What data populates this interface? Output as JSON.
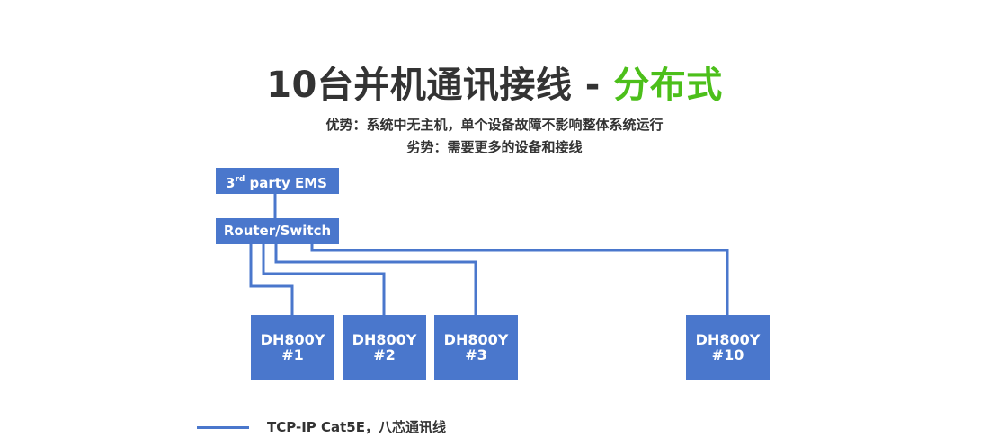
{
  "title": {
    "main": "10台并机通讯接线 - ",
    "accent": "分布式"
  },
  "advantage": "优势：系统中无主机，单个设备故障不影响整体系统运行",
  "disadvantage": "劣势：需要更多的设备和接线",
  "ems": {
    "prefix": "3",
    "sup": "rd",
    "rest": " party EMS"
  },
  "router": "Router/Switch",
  "devices": [
    {
      "model": "DH800Y",
      "id": "#1"
    },
    {
      "model": "DH800Y",
      "id": "#2"
    },
    {
      "model": "DH800Y",
      "id": "#3"
    },
    {
      "model": "DH800Y",
      "id": "#10"
    }
  ],
  "legend": {
    "label": "TCP-IP Cat5E，八芯通讯线"
  },
  "colors": {
    "accent": "#4cbf1a",
    "box": "#4a77cc",
    "text": "#333333"
  }
}
